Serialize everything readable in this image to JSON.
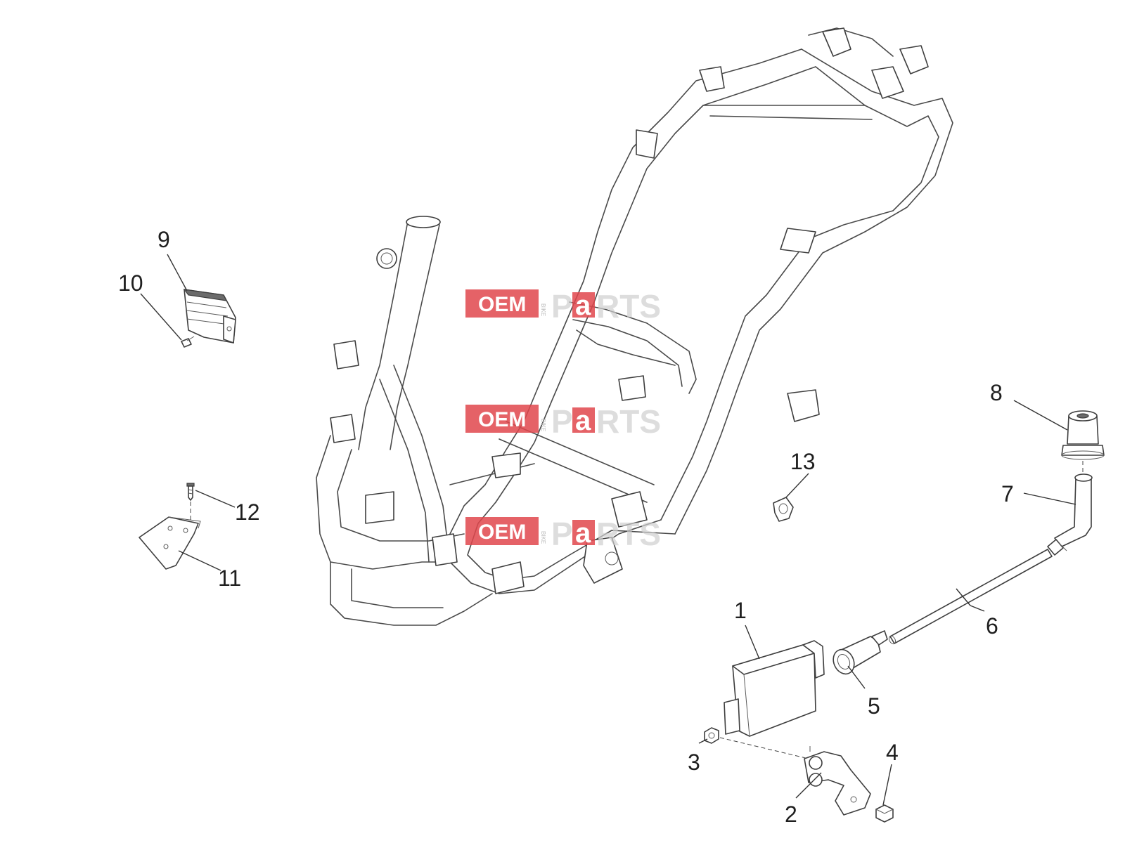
{
  "callouts": [
    {
      "id": "1",
      "label": "1"
    },
    {
      "id": "2",
      "label": "2"
    },
    {
      "id": "3",
      "label": "3"
    },
    {
      "id": "4",
      "label": "4"
    },
    {
      "id": "5",
      "label": "5"
    },
    {
      "id": "6",
      "label": "6"
    },
    {
      "id": "7",
      "label": "7"
    },
    {
      "id": "8",
      "label": "8"
    },
    {
      "id": "9",
      "label": "9"
    },
    {
      "id": "10",
      "label": "10"
    },
    {
      "id": "11",
      "label": "11"
    },
    {
      "id": "12",
      "label": "12"
    },
    {
      "id": "13",
      "label": "13"
    }
  ],
  "watermark": {
    "oem": "OEM",
    "bike": "BIKE",
    "parts_p": "P",
    "parts_a": "a",
    "parts_rts": "RTS",
    "box_color": "#e0474c"
  },
  "colors": {
    "line": "#4a4a4a",
    "text": "#1f1f1f",
    "background": "#ffffff"
  }
}
